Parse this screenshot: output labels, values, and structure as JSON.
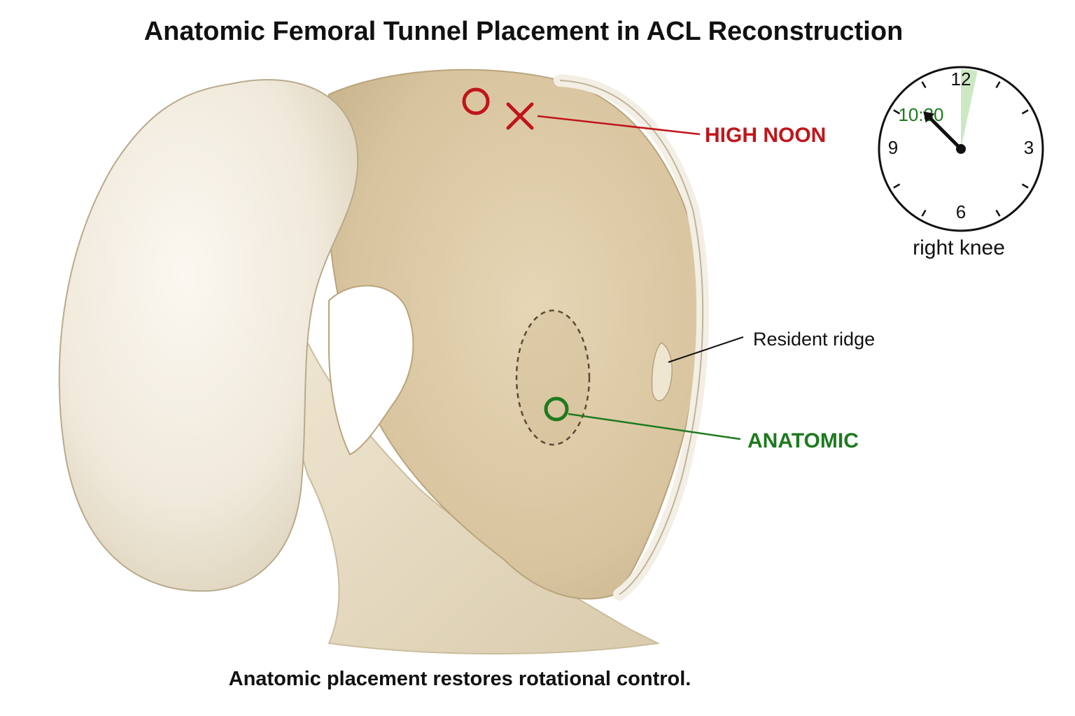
{
  "title": "Anatomic Femoral Tunnel Placement in ACL Reconstruction",
  "caption": "Anatomic placement restores rotational control.",
  "labels": {
    "high_noon": "HIGH NOON",
    "resident_ridge": "Resident ridge",
    "anatomic": "ANATOMIC"
  },
  "clock": {
    "numerals": [
      "12",
      "3",
      "6",
      "9"
    ],
    "time": "10:30",
    "caption": "right knee",
    "hour": 10,
    "minute": 30
  },
  "colors": {
    "high_noon": "#c0151b",
    "anatomic": "#1e7a1e",
    "bone_light": "#f3ede0",
    "bone_tan": "#dccaa6",
    "cartilage_rim": "#ece6da",
    "text": "#111111"
  },
  "icons": {
    "high_noon_marker": "circle-icon",
    "high_noon_cross": "cross-icon",
    "anatomic_marker": "circle-icon",
    "footprint": "dashed-ellipse"
  }
}
